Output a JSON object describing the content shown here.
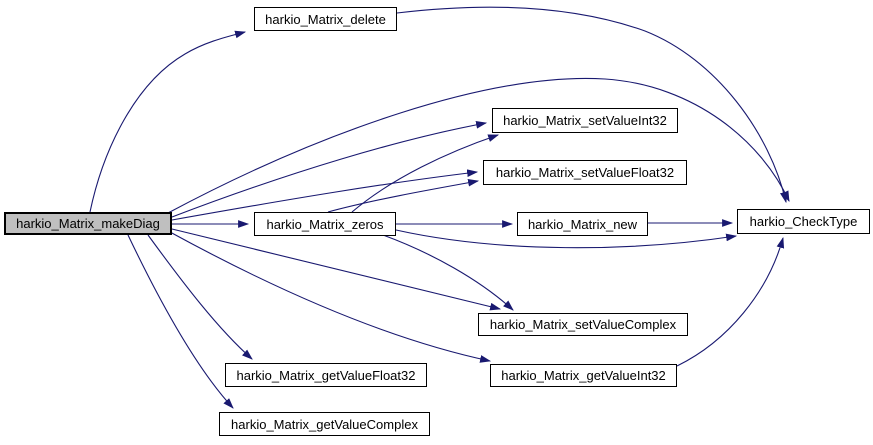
{
  "diagram": {
    "kind": "call-graph",
    "edge_color": "#191970",
    "node_fill": "#ffffff",
    "node_border_color": "#000000",
    "highlight_fill": "#bfbfbf",
    "nodes": [
      {
        "id": "makeDiag",
        "label": "harkio_Matrix_makeDiag",
        "highlighted": true
      },
      {
        "id": "delete",
        "label": "harkio_Matrix_delete",
        "highlighted": false
      },
      {
        "id": "setValueInt32",
        "label": "harkio_Matrix_setValueInt32",
        "highlighted": false
      },
      {
        "id": "setValueFloat32",
        "label": "harkio_Matrix_setValueFloat32",
        "highlighted": false
      },
      {
        "id": "zeros",
        "label": "harkio_Matrix_zeros",
        "highlighted": false
      },
      {
        "id": "new",
        "label": "harkio_Matrix_new",
        "highlighted": false
      },
      {
        "id": "CheckType",
        "label": "harkio_CheckType",
        "highlighted": false
      },
      {
        "id": "setValueComplex",
        "label": "harkio_Matrix_setValueComplex",
        "highlighted": false
      },
      {
        "id": "getValueInt32",
        "label": "harkio_Matrix_getValueInt32",
        "highlighted": false
      },
      {
        "id": "getValueFloat32",
        "label": "harkio_Matrix_getValueFloat32",
        "highlighted": false
      },
      {
        "id": "getValueComplex",
        "label": "harkio_Matrix_getValueComplex",
        "highlighted": false
      }
    ],
    "edges": [
      {
        "from": "harkio_Matrix_makeDiag",
        "to": "harkio_Matrix_delete"
      },
      {
        "from": "harkio_Matrix_makeDiag",
        "to": "harkio_CheckType"
      },
      {
        "from": "harkio_Matrix_makeDiag",
        "to": "harkio_Matrix_setValueInt32"
      },
      {
        "from": "harkio_Matrix_makeDiag",
        "to": "harkio_Matrix_setValueFloat32"
      },
      {
        "from": "harkio_Matrix_makeDiag",
        "to": "harkio_Matrix_zeros"
      },
      {
        "from": "harkio_Matrix_makeDiag",
        "to": "harkio_Matrix_setValueComplex"
      },
      {
        "from": "harkio_Matrix_makeDiag",
        "to": "harkio_Matrix_getValueInt32"
      },
      {
        "from": "harkio_Matrix_makeDiag",
        "to": "harkio_Matrix_getValueFloat32"
      },
      {
        "from": "harkio_Matrix_makeDiag",
        "to": "harkio_Matrix_getValueComplex"
      },
      {
        "from": "harkio_Matrix_delete",
        "to": "harkio_CheckType"
      },
      {
        "from": "harkio_Matrix_zeros",
        "to": "harkio_Matrix_setValueInt32"
      },
      {
        "from": "harkio_Matrix_zeros",
        "to": "harkio_Matrix_setValueFloat32"
      },
      {
        "from": "harkio_Matrix_zeros",
        "to": "harkio_Matrix_new"
      },
      {
        "from": "harkio_Matrix_zeros",
        "to": "harkio_Matrix_setValueComplex"
      },
      {
        "from": "harkio_Matrix_zeros",
        "to": "harkio_CheckType"
      },
      {
        "from": "harkio_Matrix_new",
        "to": "harkio_CheckType"
      },
      {
        "from": "harkio_Matrix_getValueInt32",
        "to": "harkio_CheckType"
      }
    ]
  }
}
